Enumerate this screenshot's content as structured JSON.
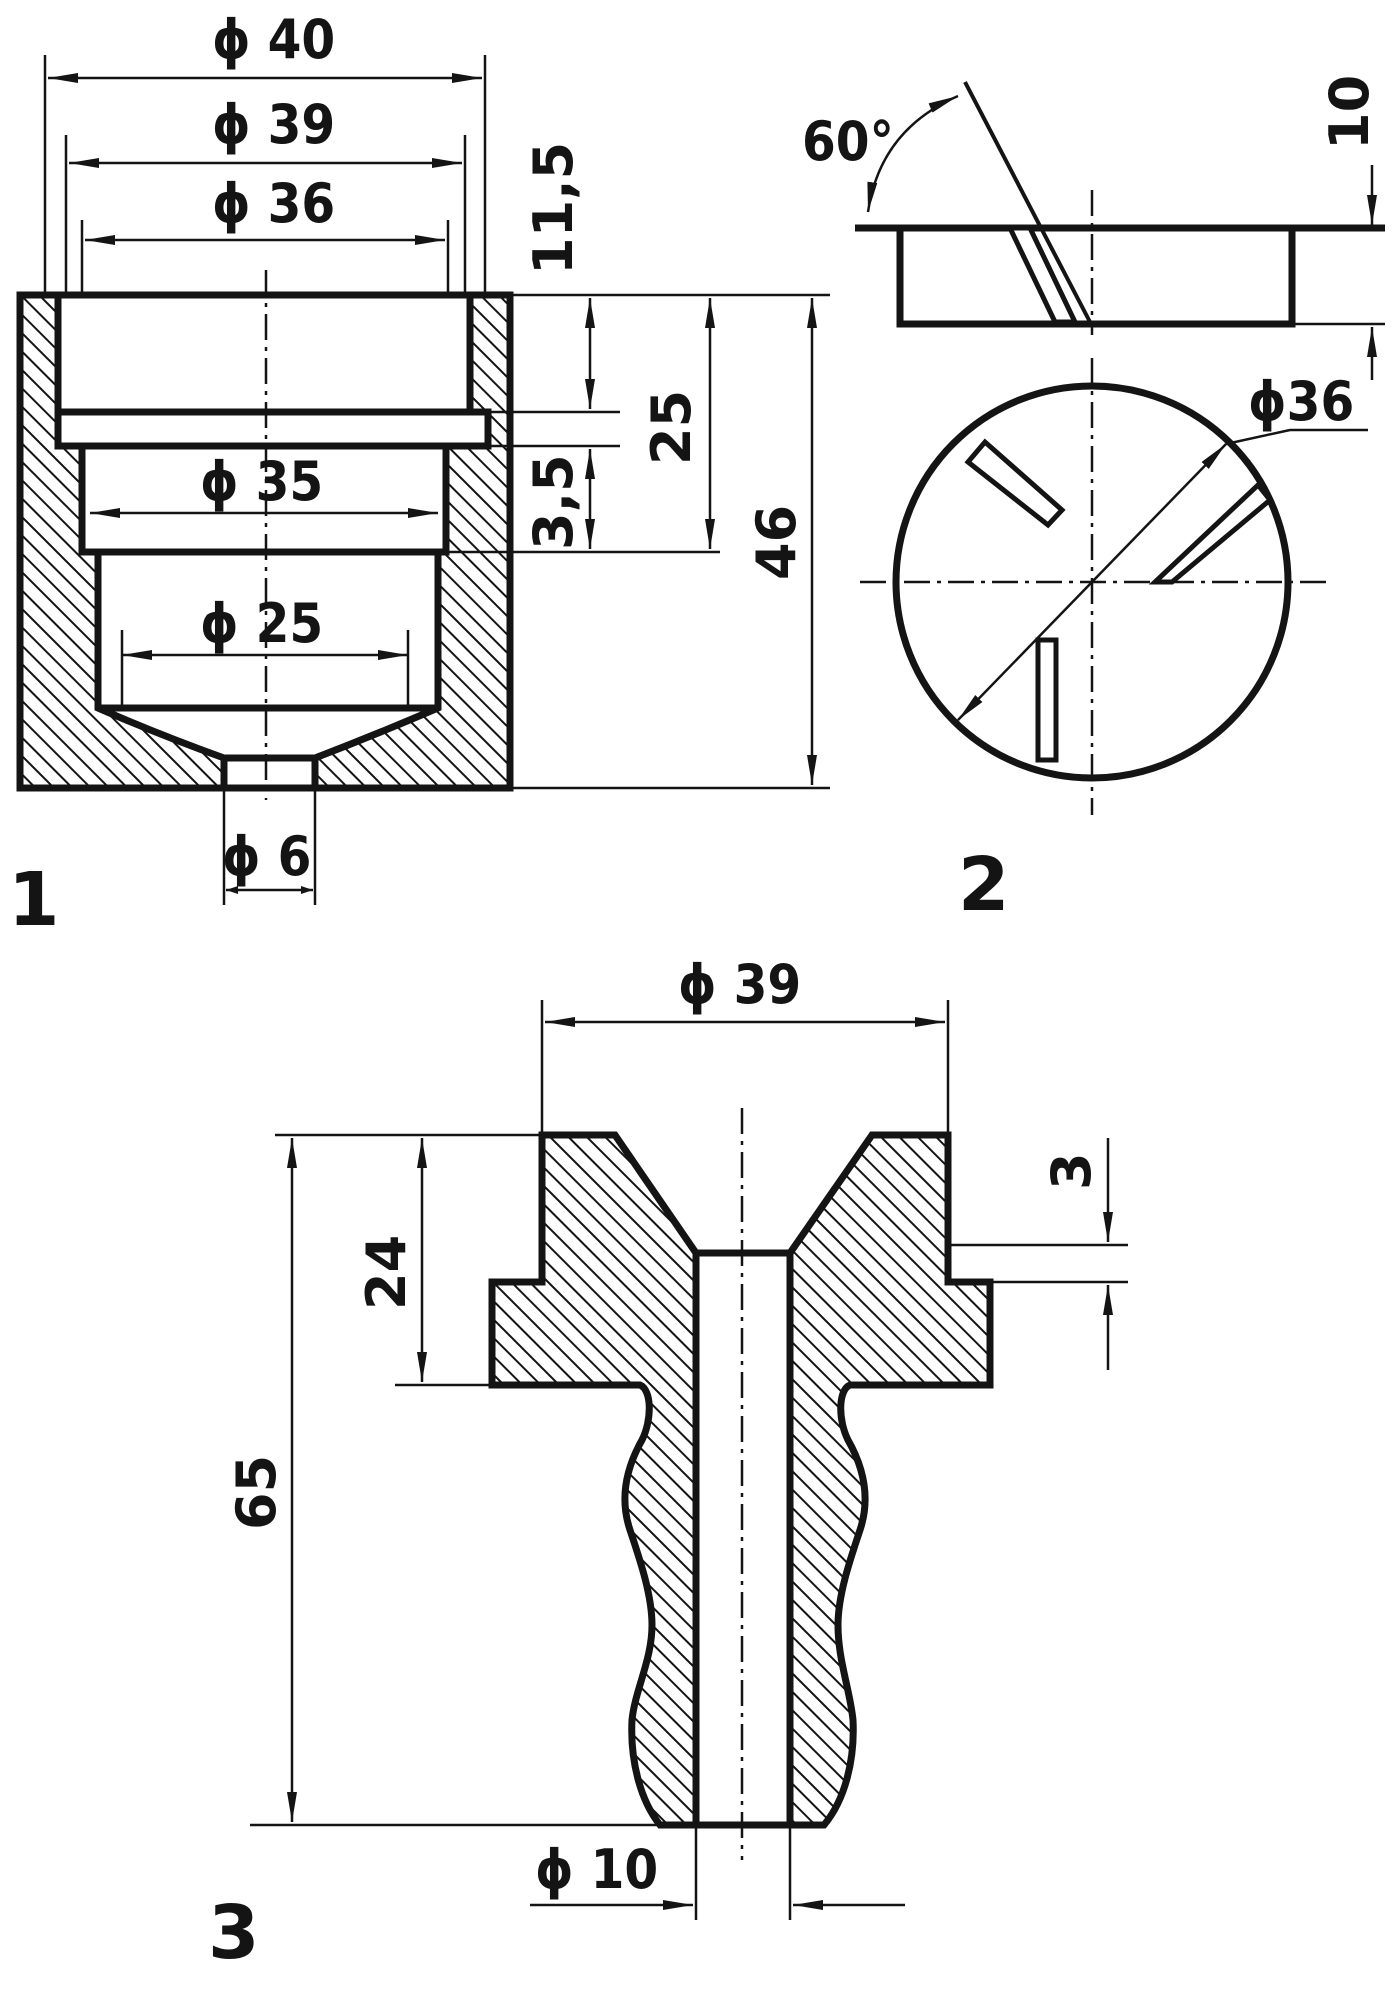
{
  "figure1": {
    "number": "1",
    "dim_d40": "ϕ 40",
    "dim_d39": "ϕ 39",
    "dim_d36": "ϕ 36",
    "dim_d35": "ϕ 35",
    "dim_d25": "ϕ 25",
    "dim_d6": "ϕ 6",
    "dim_11_5": "11,5",
    "dim_3_5": "3,5",
    "dim_25": "25",
    "dim_46": "46"
  },
  "figure2": {
    "number": "2",
    "angle": "60°",
    "dim_10": "10",
    "dim_d36": "ϕ36"
  },
  "figure3": {
    "number": "3",
    "dim_d39": "ϕ 39",
    "dim_24": "24",
    "dim_3": "3",
    "dim_65": "65",
    "dim_d10": "ϕ 10"
  }
}
